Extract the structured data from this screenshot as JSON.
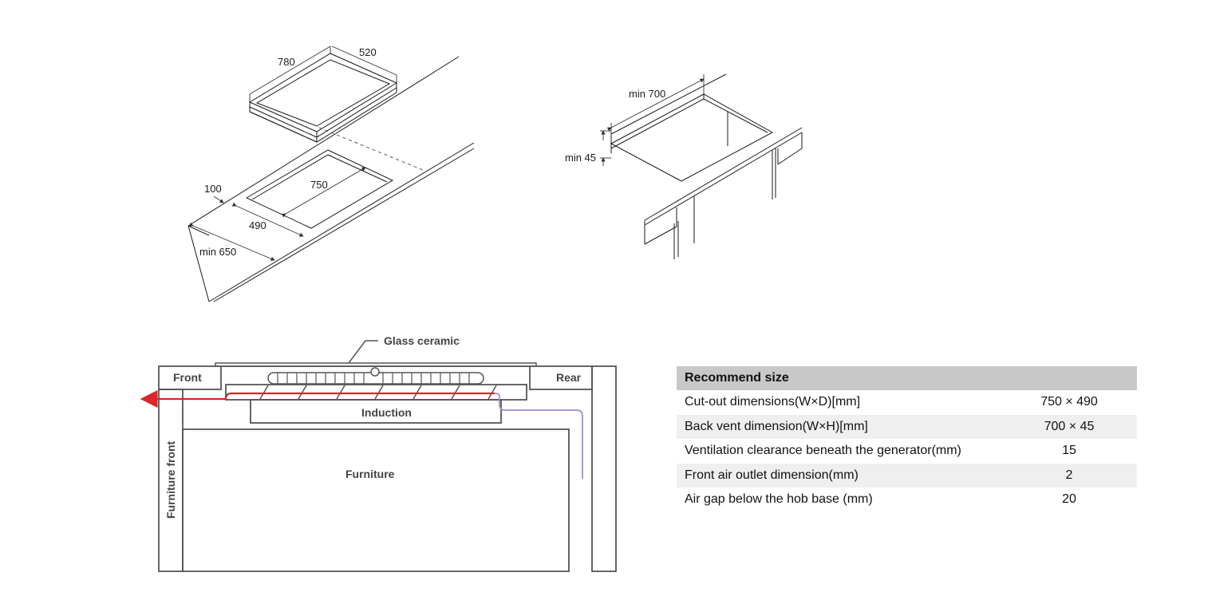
{
  "iso_top": {
    "dim_780": "780",
    "dim_520": "520",
    "dim_750": "750",
    "dim_490": "490",
    "dim_100": "100",
    "dim_min650": "min 650"
  },
  "iso_side": {
    "dim_min700": "min 700",
    "dim_min45": "min 45"
  },
  "section": {
    "glass_ceramic": "Glass ceramic",
    "front": "Front",
    "rear": "Rear",
    "induction": "Induction",
    "furniture": "Furniture",
    "furniture_front": "Furniture front",
    "airflow_color": "#d9262c",
    "vent_color": "#9a8fd6"
  },
  "table": {
    "header": "Recommend size",
    "rows": [
      {
        "label": "Cut-out dimensions(W×D)[mm]",
        "value": "750 × 490"
      },
      {
        "label": "Back vent dimension(W×H)[mm]",
        "value": "700 × 45"
      },
      {
        "label": "Ventilation clearance beneath the generator(mm)",
        "value": "15"
      },
      {
        "label": "Front air outlet dimension(mm)",
        "value": "2"
      },
      {
        "label": "Air gap below the hob base (mm)",
        "value": "20"
      }
    ]
  }
}
